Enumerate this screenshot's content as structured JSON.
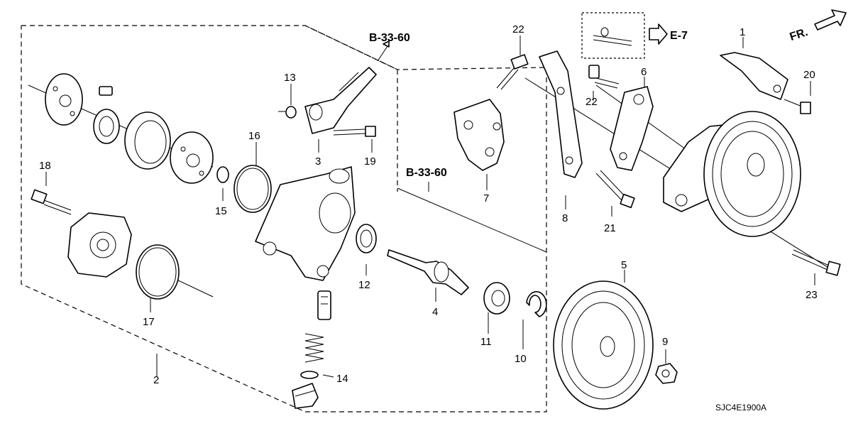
{
  "diagram": {
    "callouts": [
      {
        "id": "c1",
        "label": "1"
      },
      {
        "id": "c2",
        "label": "2"
      },
      {
        "id": "c3",
        "label": "3"
      },
      {
        "id": "c4",
        "label": "4"
      },
      {
        "id": "c5",
        "label": "5"
      },
      {
        "id": "c6",
        "label": "6"
      },
      {
        "id": "c7",
        "label": "7"
      },
      {
        "id": "c8",
        "label": "8"
      },
      {
        "id": "c9",
        "label": "9"
      },
      {
        "id": "c10",
        "label": "10"
      },
      {
        "id": "c11",
        "label": "11"
      },
      {
        "id": "c12",
        "label": "12"
      },
      {
        "id": "c13",
        "label": "13"
      },
      {
        "id": "c14",
        "label": "14"
      },
      {
        "id": "c15",
        "label": "15"
      },
      {
        "id": "c16",
        "label": "16"
      },
      {
        "id": "c17",
        "label": "17"
      },
      {
        "id": "c18",
        "label": "18"
      },
      {
        "id": "c19",
        "label": "19"
      },
      {
        "id": "c20",
        "label": "20"
      },
      {
        "id": "c21",
        "label": "21"
      },
      {
        "id": "c22a",
        "label": "22"
      },
      {
        "id": "c22b",
        "label": "22"
      },
      {
        "id": "c23",
        "label": "23"
      }
    ],
    "references": {
      "b33_top": "B-33-60",
      "b33_mid": "B-33-60",
      "e7": "E-7",
      "front": "FR."
    },
    "drawing_code": "SJC4E1900A"
  }
}
